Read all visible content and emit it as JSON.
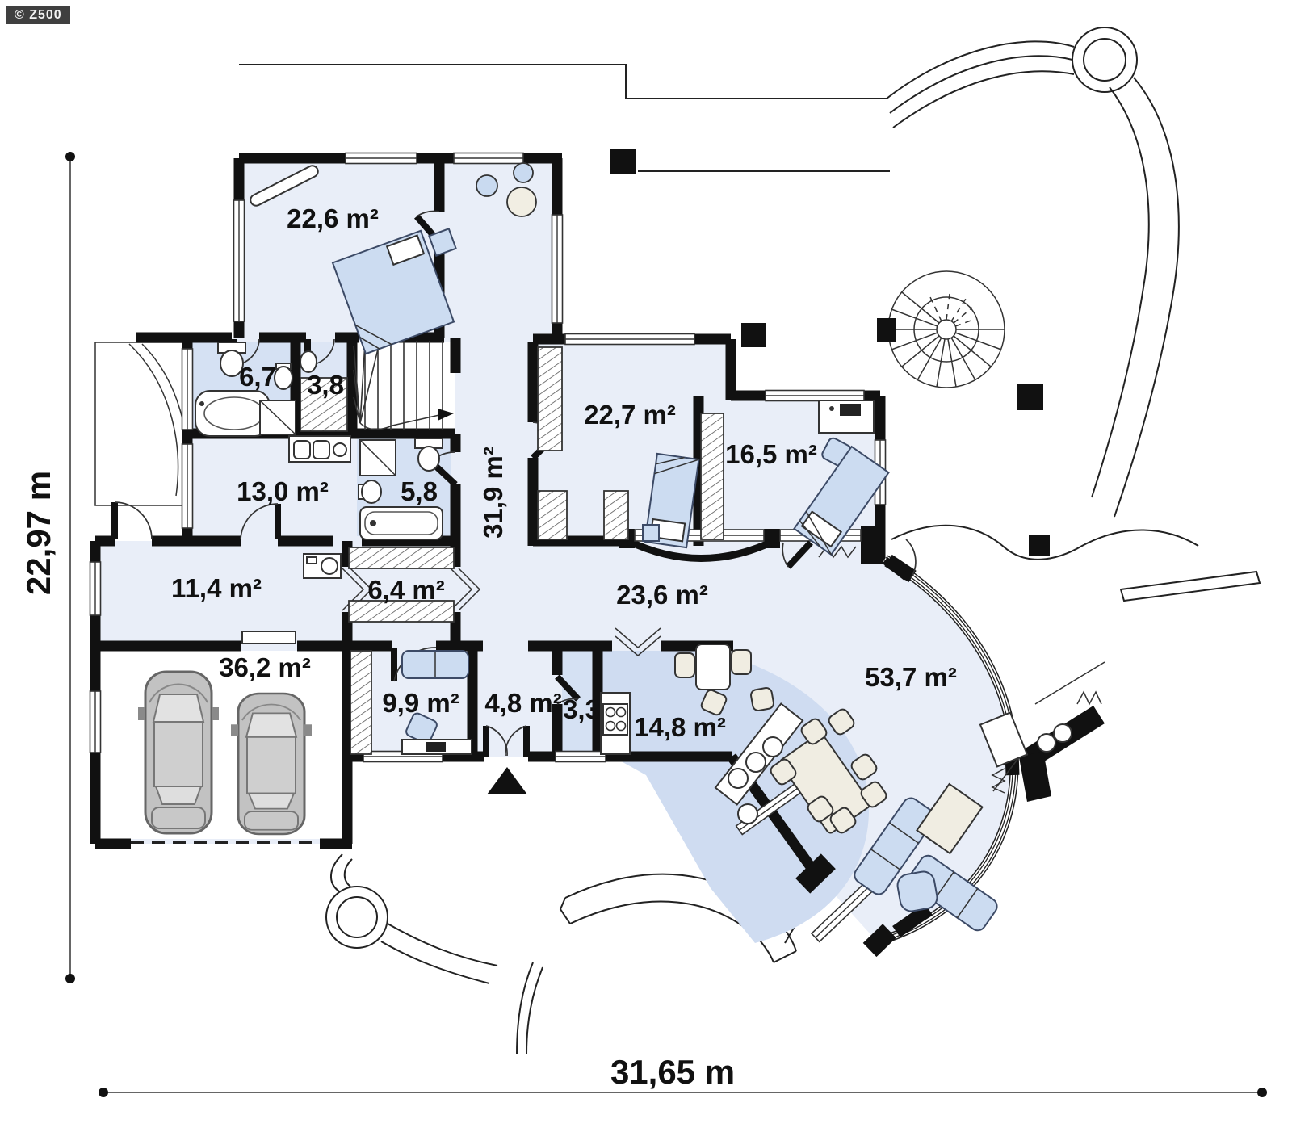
{
  "watermark": {
    "text": "© Z500"
  },
  "dimensions": {
    "height_label": "22,97 m",
    "width_label": "31,65 m"
  },
  "rooms": [
    {
      "name": "bedroom-1",
      "label": "22,6 m²"
    },
    {
      "name": "bathroom-1",
      "label": "6,7"
    },
    {
      "name": "wardrobe",
      "label": "3,8"
    },
    {
      "name": "hall-upper",
      "label": "31,9 m²"
    },
    {
      "name": "bedroom-2",
      "label": "22,7 m²"
    },
    {
      "name": "bedroom-3",
      "label": "16,5 m²"
    },
    {
      "name": "utility-room",
      "label": "13,0 m²"
    },
    {
      "name": "bathroom-2",
      "label": "5,8"
    },
    {
      "name": "entry-hall",
      "label": "11,4 m²"
    },
    {
      "name": "corridor",
      "label": "6,4 m²"
    },
    {
      "name": "hall",
      "label": "23,6 m²"
    },
    {
      "name": "garage",
      "label": "36,2 m²"
    },
    {
      "name": "office",
      "label": "9,9 m²"
    },
    {
      "name": "vestibule",
      "label": "4,8 m²"
    },
    {
      "name": "pantry",
      "label": "3,3"
    },
    {
      "name": "kitchen",
      "label": "14,8 m²"
    },
    {
      "name": "living-room",
      "label": "53,7 m²"
    }
  ],
  "icons": [
    "double-bed-icon",
    "single-bed-icon",
    "wardrobe-icon",
    "bathtub-icon",
    "corner-bathtub-icon",
    "toilet-icon",
    "washbasin-icon",
    "shower-icon",
    "washing-machine-icon",
    "kitchen-sink-icon",
    "stove-icon",
    "stairs-icon",
    "spiral-staircase-icon",
    "car-icon",
    "sofa-icon",
    "armchair-icon",
    "desk-icon",
    "laptop-icon",
    "dining-table-icon",
    "chair-icon",
    "bar-counter-icon",
    "bar-stool-icon",
    "coffee-table-icon",
    "fireplace-icon",
    "plant-icon",
    "radiator-icon",
    "column-icon",
    "entrance-arrow-icon"
  ],
  "colors": {
    "wall": "#111111",
    "room_fill": "#e9eef8",
    "wet_room_fill": "#d5e1f3",
    "zone_fill": "#cfdcf1",
    "furniture_blue": "#ccdcf1",
    "furniture_beige": "#f0ede2",
    "car_gray": "#c2c2c2",
    "text": "#111111",
    "watermark_bg": "#3f3f3f"
  }
}
